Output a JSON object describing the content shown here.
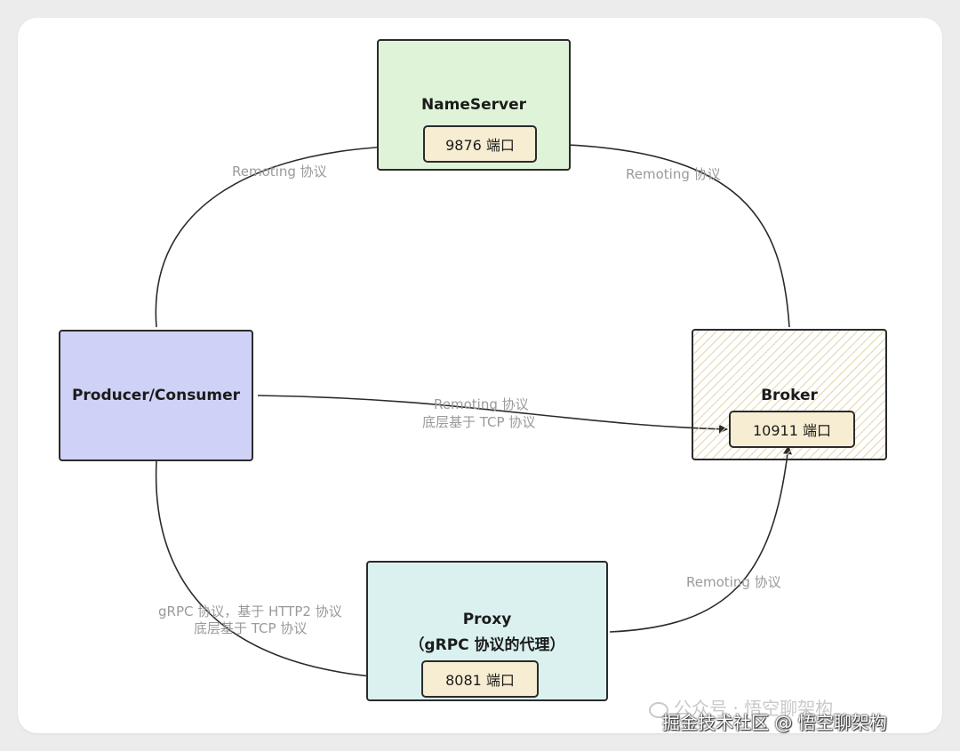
{
  "nodes": {
    "nameserver": {
      "title": "NameServer",
      "port": "9876 端口",
      "fill": "#dff3d8"
    },
    "client": {
      "title": "Producer/Consumer",
      "fill": "#cfd1f6"
    },
    "broker": {
      "title": "Broker",
      "port": "10911 端口",
      "fill": "#f3ecd6"
    },
    "proxy": {
      "title_line1": "Proxy",
      "title_line2": "（gRPC 协议的代理）",
      "port": "8081 端口",
      "fill": "#daf1ef"
    }
  },
  "edges": {
    "client_nameserver": "Remoting 协议",
    "broker_nameserver": "Remoting 协议",
    "client_broker_line1": "Remoting 协议",
    "client_broker_line2": "底层基于 TCP 协议",
    "client_proxy_line1": "gRPC 协议，基于 HTTP2 协议",
    "client_proxy_line2": "底层基于 TCP 协议",
    "proxy_broker": "Remoting 协议"
  },
  "watermark": {
    "line1": "公众号 · 悟空聊架构",
    "line2": "掘金技术社区 @ 悟空聊架构"
  }
}
